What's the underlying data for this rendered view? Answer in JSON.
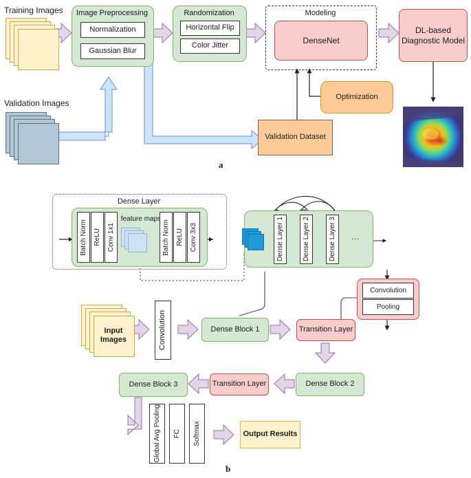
{
  "figure": {
    "panel_a_label": "a",
    "panel_b_label": "b"
  },
  "panel_a": {
    "training_images_label": "Training Images",
    "validation_images_label": "Validation Images",
    "preprocessing": {
      "title": "Image Preprocessing",
      "items": [
        "Normalization",
        "Gaussian Blur"
      ]
    },
    "randomization": {
      "title": "Randomization",
      "items": [
        "Horizontal Flip",
        "Color Jitter"
      ]
    },
    "modeling": {
      "title": "Modeling",
      "model": "DenseNet"
    },
    "optimization_label": "Optimization",
    "validation_dataset_label": "Validation Dataset",
    "output_model_label": "DL-based\nDiagnostic Model",
    "output_model_line1": "DL-based",
    "output_model_line2": "Diagnostic Model",
    "heatmap_caption": ""
  },
  "panel_b": {
    "dense_layer": {
      "title": "Dense Layer",
      "stage1": [
        "Batch Norm",
        "ReLU",
        "Conv 1x1"
      ],
      "feature_maps_label": "feature maps",
      "stage2": [
        "Batch Norm",
        "ReLU",
        "Conv 3x3"
      ]
    },
    "dense_block_detail": {
      "layers": [
        "Dense Layer 1",
        "Dense Layer 2",
        "Dense Layer 3"
      ],
      "ellipsis": "..."
    },
    "input_images_line1": "Input",
    "input_images_line2": "Images",
    "convolution_label": "Convolution",
    "dense_block_1": "Dense Block 1",
    "dense_block_2": "Dense Block 2",
    "dense_block_3": "Dense Block 3",
    "transition_layer_1": "Transition Layer",
    "transition_layer_2": "Transition Layer",
    "transition_detail": [
      "Convolution",
      "Pooling"
    ],
    "head": [
      "Global Avg Pooling",
      "FC",
      "Softmax"
    ],
    "output_results": "Output Results"
  },
  "colors": {
    "green_fill": "#d5e8d4",
    "green_stroke": "#82b366",
    "red_fill": "#f8cecc",
    "red_stroke": "#b85450",
    "orange_fill": "#ffcc99",
    "orange_stroke": "#d79b00",
    "yellow_fill": "#fff2cc",
    "yellow_stroke": "#d6b656",
    "purple_arrow_fill": "#e1d5e7",
    "purple_arrow_stroke": "#9673a6",
    "blue_arrow_fill": "#cce5ff",
    "blue_arrow_stroke": "#6c8ebf",
    "gray_image_fill": "#b4c7d6",
    "feature_map_blue": "#cfe2f3",
    "dense_block_blue": "#1f9ad6"
  }
}
